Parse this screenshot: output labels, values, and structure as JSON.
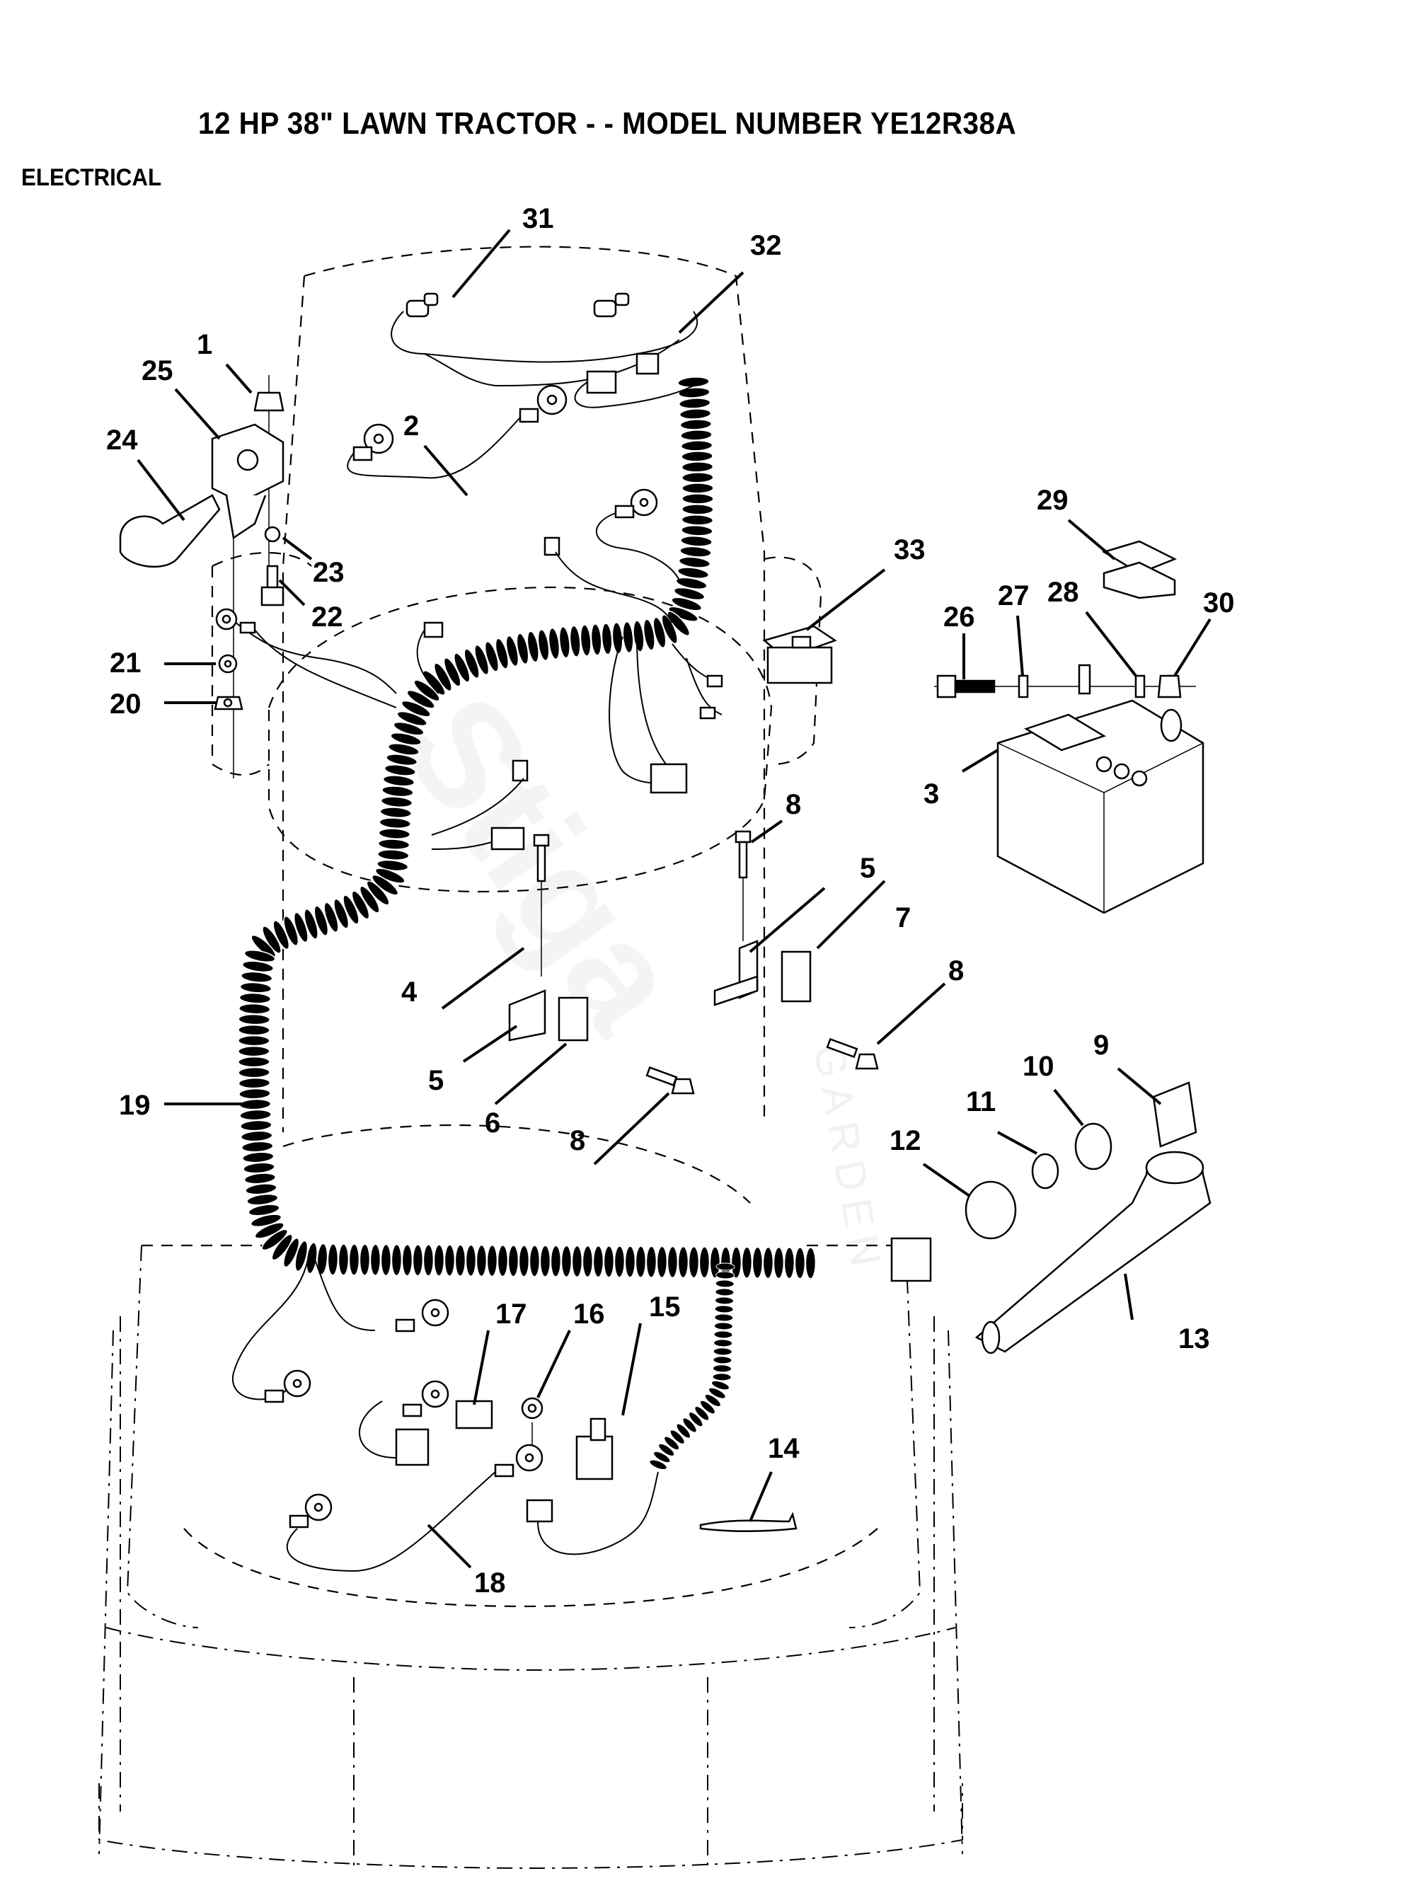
{
  "header": {
    "title": "12 HP 38\" LAWN TRACTOR - - MODEL NUMBER YE12R38A",
    "section": "ELECTRICAL"
  },
  "watermark": {
    "brand": "Stiga",
    "sub": "GARDEN"
  },
  "callouts": [
    {
      "id": "1",
      "label": "1"
    },
    {
      "id": "2",
      "label": "2"
    },
    {
      "id": "3",
      "label": "3"
    },
    {
      "id": "4",
      "label": "4"
    },
    {
      "id": "5a",
      "label": "5"
    },
    {
      "id": "5b",
      "label": "5"
    },
    {
      "id": "6",
      "label": "6"
    },
    {
      "id": "7",
      "label": "7"
    },
    {
      "id": "8a",
      "label": "8"
    },
    {
      "id": "8b",
      "label": "8"
    },
    {
      "id": "8c",
      "label": "8"
    },
    {
      "id": "9",
      "label": "9"
    },
    {
      "id": "10",
      "label": "10"
    },
    {
      "id": "11",
      "label": "11"
    },
    {
      "id": "12",
      "label": "12"
    },
    {
      "id": "13",
      "label": "13"
    },
    {
      "id": "14",
      "label": "14"
    },
    {
      "id": "15",
      "label": "15"
    },
    {
      "id": "16",
      "label": "16"
    },
    {
      "id": "17",
      "label": "17"
    },
    {
      "id": "18",
      "label": "18"
    },
    {
      "id": "19",
      "label": "19"
    },
    {
      "id": "20",
      "label": "20"
    },
    {
      "id": "21",
      "label": "21"
    },
    {
      "id": "22",
      "label": "22"
    },
    {
      "id": "23",
      "label": "23"
    },
    {
      "id": "24",
      "label": "24"
    },
    {
      "id": "25",
      "label": "25"
    },
    {
      "id": "26",
      "label": "26"
    },
    {
      "id": "27",
      "label": "27"
    },
    {
      "id": "28",
      "label": "28"
    },
    {
      "id": "29",
      "label": "29"
    },
    {
      "id": "30",
      "label": "30"
    },
    {
      "id": "31",
      "label": "31"
    },
    {
      "id": "32",
      "label": "32"
    },
    {
      "id": "33",
      "label": "33"
    }
  ]
}
